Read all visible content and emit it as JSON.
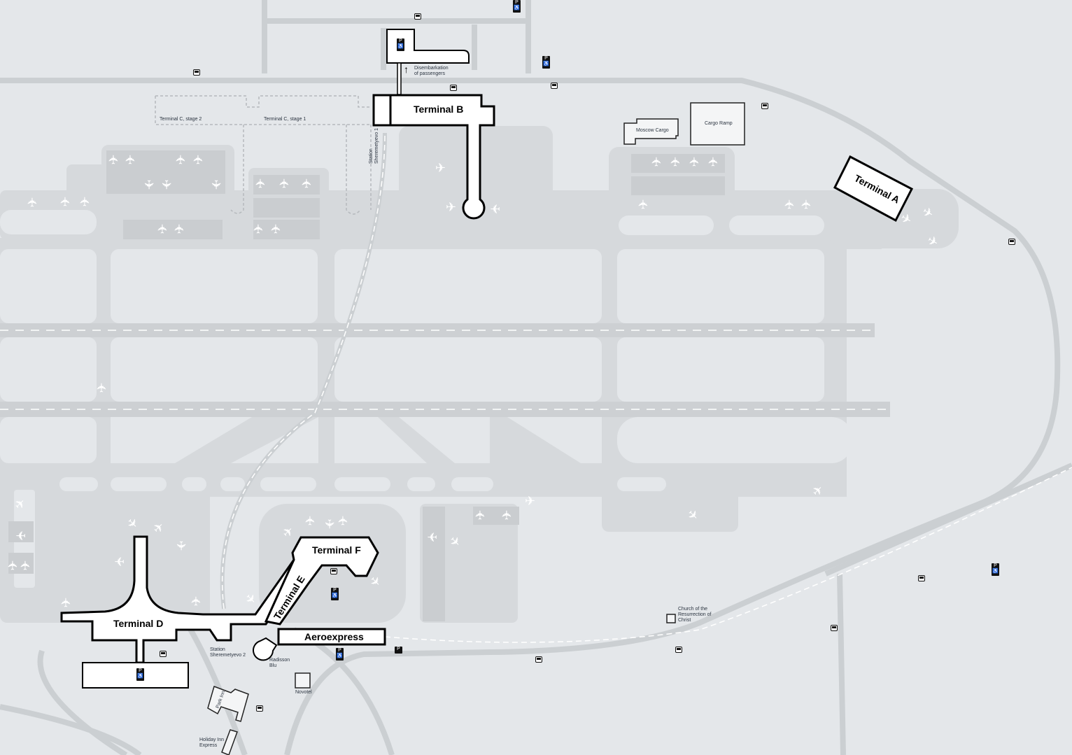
{
  "terminals": {
    "b": "Terminal B",
    "a": "Terminal A",
    "d": "Terminal D",
    "e": "Terminal E",
    "f": "Terminal F",
    "aeroexpress": "Aeroexpress"
  },
  "labels": {
    "terminal_c_stage2": "Terminal C, stage 2",
    "terminal_c_stage1": "Terminal C, stage 1",
    "disembarkation": "Disembarkation of passengers",
    "station_1": "Station Sheremetyevo 1",
    "station_2": "Station Sheremetyevo 2",
    "moscow_cargo": "Moscow Cargo",
    "cargo_ramp": "Cargo Ramp",
    "radisson": "Radisson Blu",
    "novotel": "Novotel",
    "park_inn": "Park Inn",
    "holiday_inn": "Holiday Inn Express",
    "church": "Church of the Resurrection of Christ"
  },
  "icons": {
    "parking": "P",
    "accessible": "♿",
    "plane": "✈",
    "bus": "bus-icon"
  },
  "colors": {
    "background": "#e4e7ea",
    "apron": "#d5d8db",
    "road": "#cbcfd2",
    "terminal_fill": "#ffffff",
    "terminal_stroke": "#000000"
  }
}
